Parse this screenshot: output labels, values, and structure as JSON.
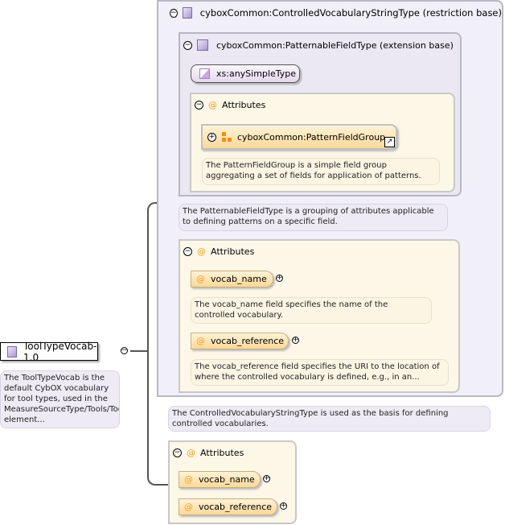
{
  "root": {
    "label": "ToolTypeVocab-1.0",
    "description": "The ToolTypeVocab is the default CybOX vocabulary for tool types, used in the MeasureSourceType/Tools/Tool/Type element..."
  },
  "restriction": {
    "label": "cyboxCommon:ControlledVocabularyStringType (restriction base)",
    "description": "The ControlledVocabularyStringType is used as the basis for defining controlled vocabularies."
  },
  "extension": {
    "label": "cyboxCommon:PatternableFieldType (extension base)",
    "description": "The PatternableFieldType is a grouping of attributes applicable to defining patterns on a specific field.",
    "simple_type": "xs:anySimpleType",
    "attributes_label": "Attributes",
    "group": {
      "label": "cyboxCommon:PatternFieldGroup",
      "description": "The PatternFieldGroup is a simple field group aggregating a set of fields for application of patterns."
    }
  },
  "restriction_attributes": {
    "label": "Attributes",
    "items": [
      {
        "name": "vocab_name",
        "description": "The vocab_name field specifies the name of the controlled vocabulary."
      },
      {
        "name": "vocab_reference",
        "description": "The vocab_reference field specifies the URI to the location of where the controlled vocabulary is defined, e.g., in an..."
      }
    ]
  },
  "root_attributes": {
    "label": "Attributes",
    "items": [
      {
        "name": "vocab_name"
      },
      {
        "name": "vocab_reference"
      }
    ]
  },
  "icons": {
    "collapse": "⊖",
    "expand": "+",
    "at": "@"
  }
}
